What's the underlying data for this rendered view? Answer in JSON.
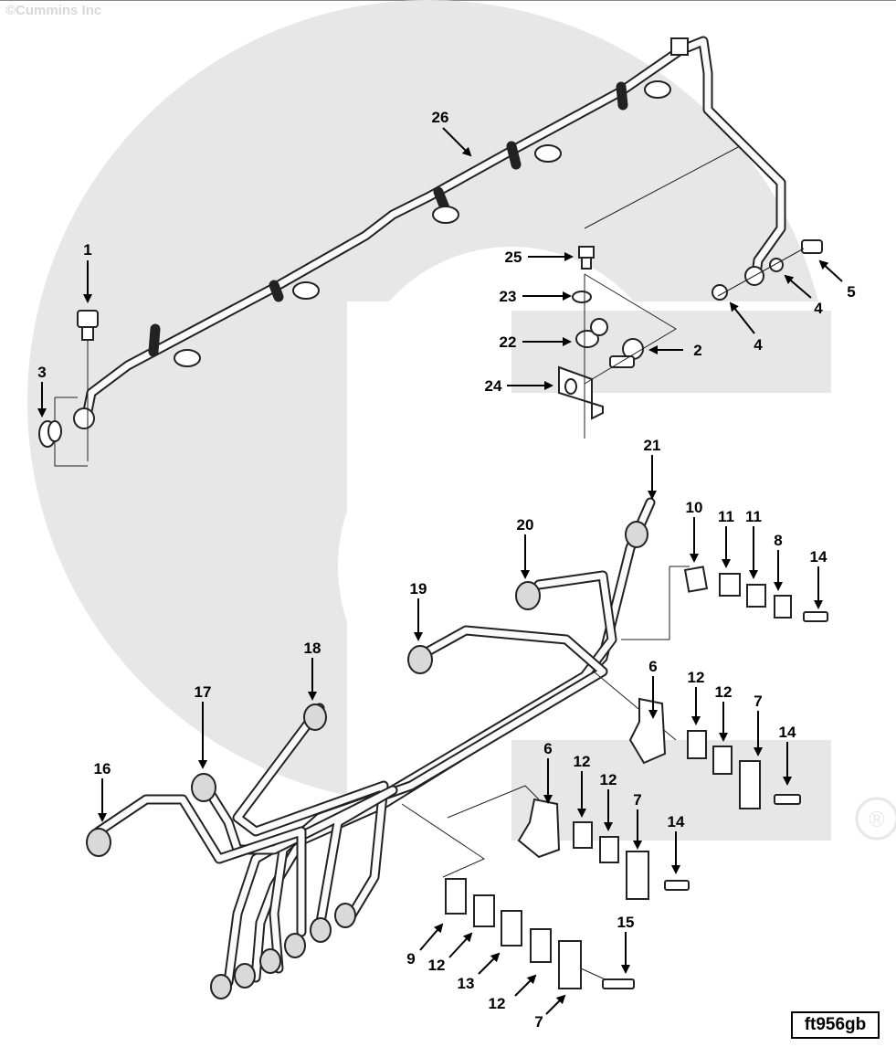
{
  "copyright": "©Cummins Inc",
  "figure_id": "ft956gb",
  "callouts": [
    "1",
    "2",
    "3",
    "4",
    "4",
    "5",
    "6",
    "6",
    "7",
    "7",
    "7",
    "8",
    "9",
    "10",
    "11",
    "11",
    "12",
    "12",
    "12",
    "12",
    "12",
    "12",
    "13",
    "14",
    "14",
    "14",
    "15",
    "16",
    "17",
    "18",
    "19",
    "20",
    "21",
    "22",
    "23",
    "24",
    "25",
    "26"
  ],
  "watermark": {
    "text": "Cummins",
    "mark": "®"
  },
  "colors": {
    "line": "#222222",
    "watermark": "#e7e7e7",
    "background": "#ffffff"
  }
}
